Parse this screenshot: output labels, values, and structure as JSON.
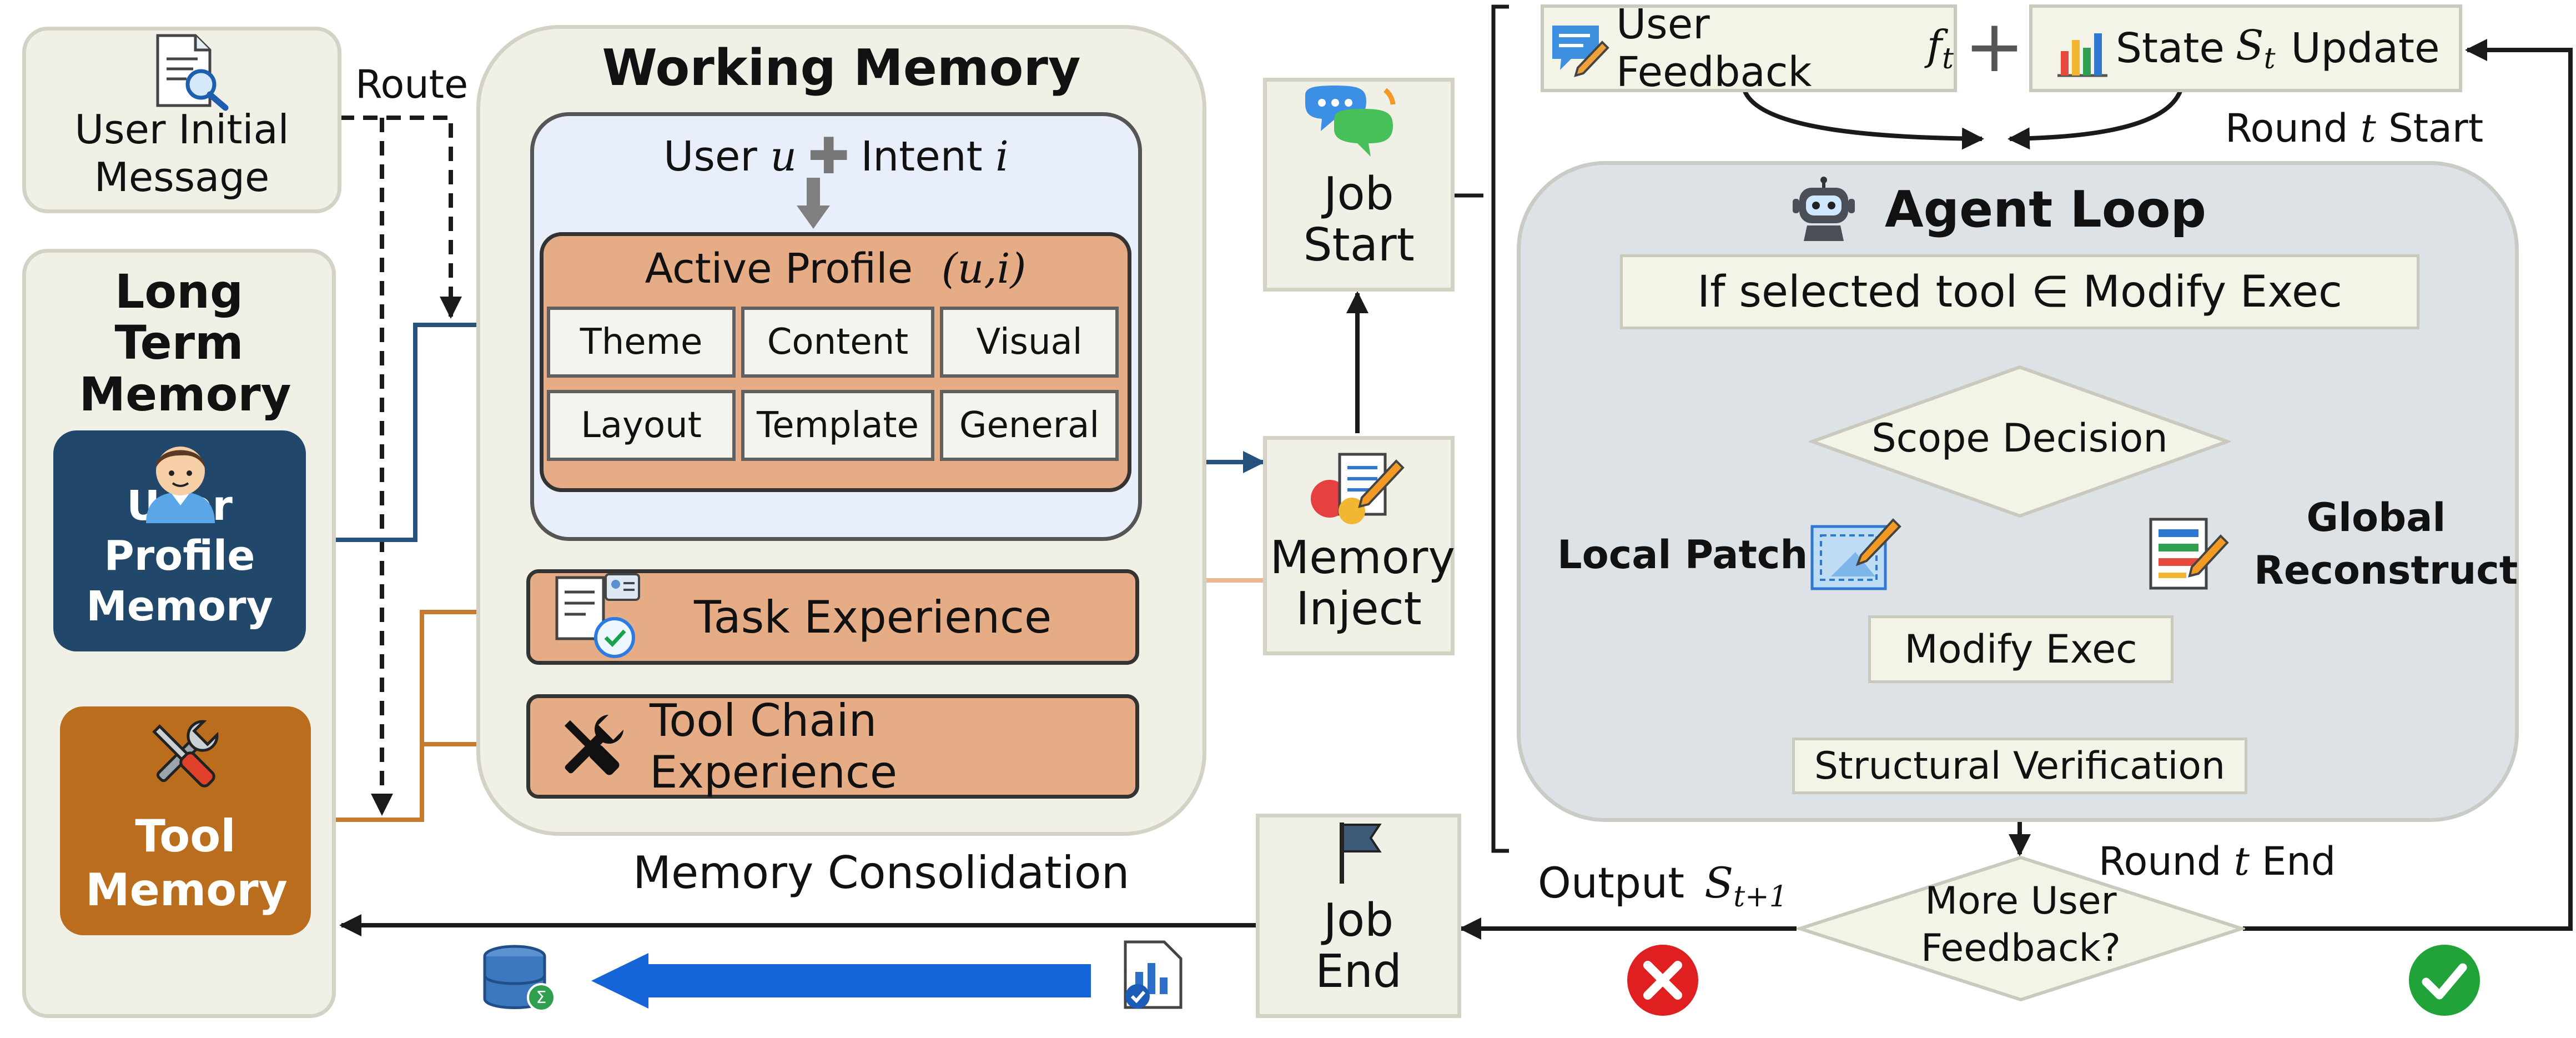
{
  "title": "",
  "colors": {
    "panel_bg": "#f1f0e6",
    "panel_border": "#d3d2c4",
    "working_memory_inner": "#e8eefa",
    "active_profile": "#e6ac86",
    "user_profile_memory": "#21486b",
    "tool_memory": "#ba6d1d",
    "agent_loop_bg": "#dde2e6",
    "blue_connector": "#26527c",
    "orange_connector": "#c57a2e",
    "light_orange_connector": "#efb692",
    "cross_red": "#e02020",
    "check_green": "#21a33a"
  },
  "user_initial_message": {
    "label": "User Initial Message",
    "icon": "document-search-icon"
  },
  "route_label": "Route",
  "long_term_memory": {
    "title": "Long Term Memory",
    "user_profile_memory": {
      "label": "User Profile Memory",
      "icon": "user-avatar-icon"
    },
    "tool_memory": {
      "label": "Tool Memory",
      "icon": "wrench-screwdriver-icon"
    }
  },
  "working_memory": {
    "title": "Working Memory",
    "user_label": "User",
    "user_symbol": "u",
    "intent_label": "Intent",
    "intent_symbol": "i",
    "plus_glyph": "✚",
    "active_profile": {
      "label": "Active Profile",
      "symbol": "(u,i)",
      "cells": [
        "Theme",
        "Content",
        "Visual",
        "Layout",
        "Template",
        "General"
      ]
    },
    "task_experience": {
      "label": "Task Experience",
      "icon": "task-document-icon"
    },
    "tool_chain_experience": {
      "label": "Tool Chain Experience",
      "icon": "tools-icon"
    }
  },
  "memory_consolidation_label": "Memory Consolidation",
  "consolidation_icons": {
    "source": "report-check-icon",
    "target": "database-icon"
  },
  "job_start": {
    "label": "Job Start",
    "icon": "chat-bubbles-icon"
  },
  "memory_inject": {
    "label": "Memory Inject",
    "icon": "edit-document-icon"
  },
  "job_end": {
    "label": "Job End",
    "icon": "flag-icon"
  },
  "user_feedback": {
    "label": "User Feedback",
    "symbol": "f",
    "sub": "t",
    "icon": "feedback-icon"
  },
  "plus_glyph": "+",
  "state_update": {
    "label_state": "State",
    "symbol": "S",
    "sub": "t",
    "label_update": "Update",
    "icon": "bar-chart-icon"
  },
  "round_start": {
    "prefix": "Round",
    "symbol": "t",
    "suffix": "Start"
  },
  "round_end": {
    "prefix": "Round",
    "symbol": "t",
    "suffix": "End"
  },
  "agent_loop": {
    "title": "Agent Loop",
    "icon": "robot-icon",
    "if_selected": "If selected tool ∈ Modify Exec",
    "scope_decision": "Scope Decision",
    "local_patch": "Local Patch",
    "global_reconstruct": "Global Reconstruct",
    "modify_exec": "Modify Exec",
    "structural_verification": "Structural Verification"
  },
  "output": {
    "label": "Output",
    "symbol": "S",
    "sub": "t+1"
  },
  "more_user_feedback": "More User Feedback?",
  "no_icon": "cross-icon",
  "yes_icon": "check-icon"
}
